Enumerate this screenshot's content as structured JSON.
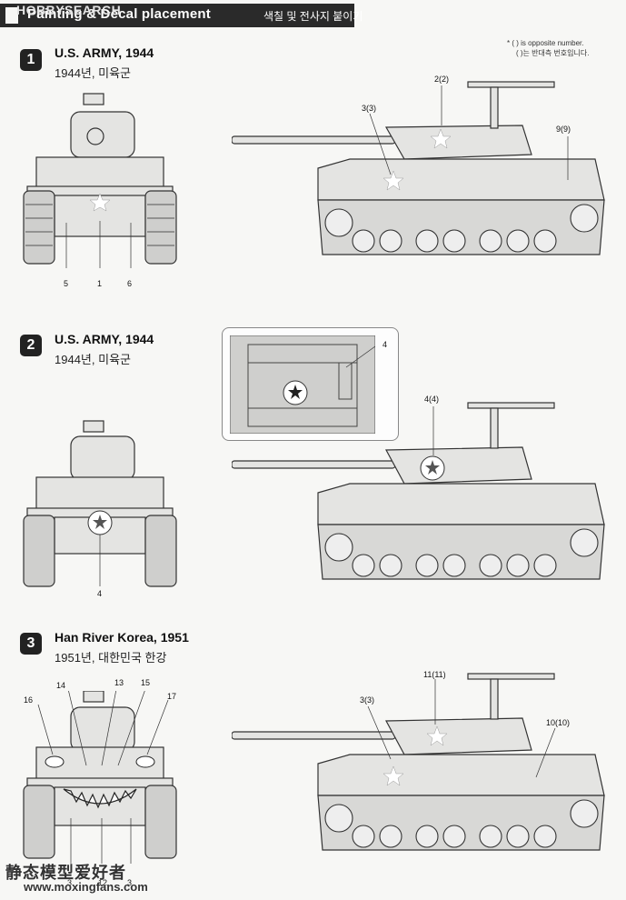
{
  "header": {
    "title": "Painting & Decal placement",
    "subtitle": "색칠 및 전사지 붙이기",
    "watermark": "HOBBYSEARCH"
  },
  "note": {
    "line1": "* ( ) is opposite number.",
    "line2": "( )는 반대측 번호입니다."
  },
  "sections": [
    {
      "number": "1",
      "title": "U.S. ARMY, 1944",
      "subtitle": "1944년, 미육군",
      "front_callouts": [
        "5",
        "1",
        "6"
      ],
      "side_callouts": [
        "3(3)",
        "2(2)",
        "9(9)"
      ]
    },
    {
      "number": "2",
      "title": "U.S. ARMY, 1944",
      "subtitle": "1944년, 미육군",
      "inset_callout": "4",
      "front_callouts": [
        "4"
      ],
      "side_callouts": [
        "4(4)"
      ]
    },
    {
      "number": "3",
      "title": "Han River Korea, 1951",
      "subtitle": "1951년, 대한민국 한강",
      "front_callouts": [
        "16",
        "14",
        "13",
        "15",
        "17",
        "3",
        "12",
        "3"
      ],
      "side_callouts": [
        "11(11)",
        "3(3)",
        "10(10)"
      ]
    }
  ],
  "watermark_bottom": {
    "name": "静态模型爱好者",
    "url": "www.moxingfans.com"
  },
  "colors": {
    "ink": "#1a1a1a",
    "tank_fill": "#e4e4e2",
    "tank_stroke": "#333333",
    "header_bg": "#2a2a2a"
  },
  "icons": [
    "star-decal",
    "circled-star-decal",
    "shark-mouth-decal"
  ]
}
